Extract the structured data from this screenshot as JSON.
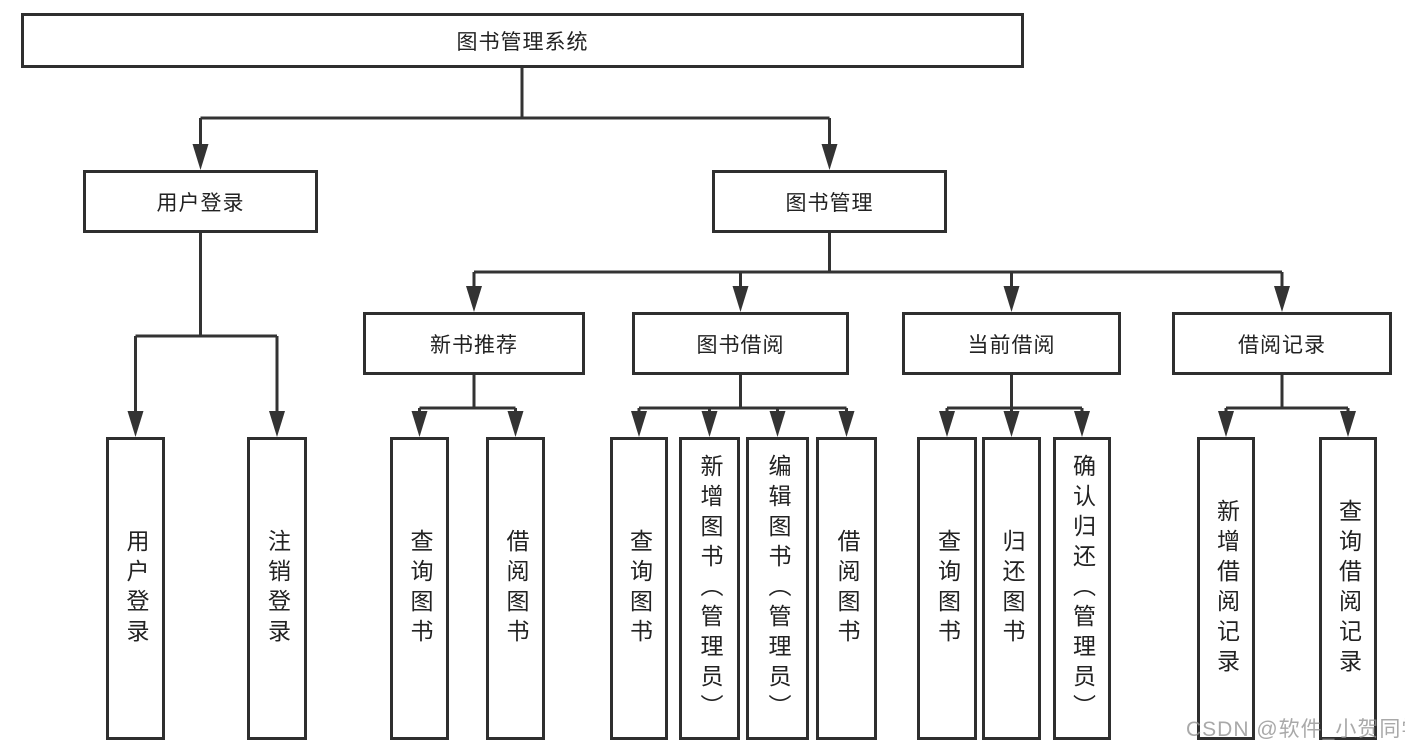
{
  "diagram_title": "图书管理系统",
  "tree": {
    "root": {
      "label": "图书管理系统"
    },
    "branches": [
      {
        "label": "用户登录",
        "children": [
          {
            "label": "用户登录"
          },
          {
            "label": "注销登录"
          }
        ]
      },
      {
        "label": "图书管理",
        "groups": [
          {
            "label": "新书推荐",
            "children": [
              {
                "label": "查询图书"
              },
              {
                "label": "借阅图书"
              }
            ]
          },
          {
            "label": "图书借阅",
            "children": [
              {
                "label": "查询图书"
              },
              {
                "label": "新增图书（管理员）"
              },
              {
                "label": "编辑图书（管理员）"
              },
              {
                "label": "借阅图书"
              }
            ]
          },
          {
            "label": "当前借阅",
            "children": [
              {
                "label": "查询图书"
              },
              {
                "label": "归还图书"
              },
              {
                "label": "确认归还（管理员）"
              }
            ]
          },
          {
            "label": "借阅记录",
            "children": [
              {
                "label": "新增借阅记录"
              },
              {
                "label": "查询借阅记录"
              }
            ]
          }
        ]
      }
    ]
  },
  "watermark": {
    "text": "CSDN @软件_小贺同学"
  },
  "colors": {
    "line": "#333333",
    "box_border": "#2f2f2f",
    "text": "#222222",
    "background": "#ffffff",
    "watermark": "#919191"
  }
}
